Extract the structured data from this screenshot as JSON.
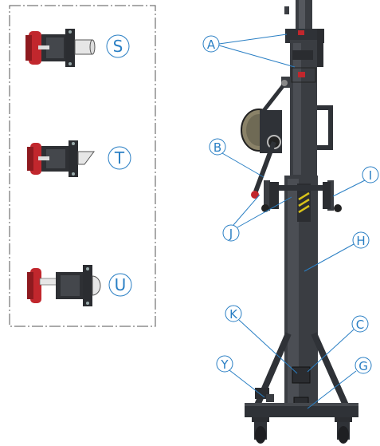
{
  "colors": {
    "callout": "#2a7fc4",
    "frame": "#3a3d42",
    "frame_dark": "#24262a",
    "handle_red": "#c1272d",
    "winch_drum": "#8a8268",
    "hazard_yellow": "#d8c21a"
  },
  "inset": {
    "options": [
      {
        "letter": "S",
        "shape": "plain-shaft"
      },
      {
        "letter": "T",
        "shape": "angled-shaft"
      },
      {
        "letter": "U",
        "shape": "round-knob"
      }
    ]
  },
  "callouts": {
    "A": "A",
    "B": "B",
    "C": "C",
    "G": "G",
    "H": "H",
    "I": "I",
    "J": "J",
    "K": "K",
    "Y": "Y"
  }
}
